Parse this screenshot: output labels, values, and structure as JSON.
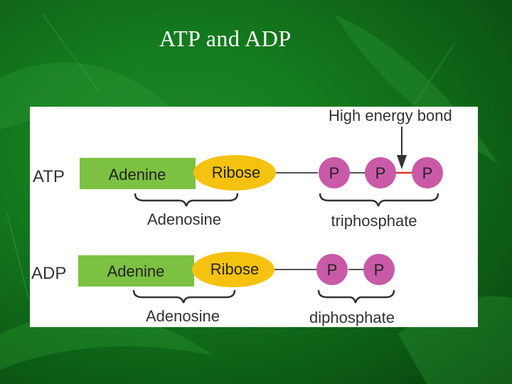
{
  "title": "ATP and ADP",
  "colors": {
    "adenine": "#7dc142",
    "ribose": "#f5c20f",
    "phosphate": "#c85aa8",
    "high_energy_bond": "#d9342a",
    "background": "#147a1e"
  },
  "diagram": {
    "annotation": "High energy bond",
    "atp": {
      "label": "ATP",
      "adenine": "Adenine",
      "ribose": "Ribose",
      "phosphates": [
        "P",
        "P",
        "P"
      ],
      "adenosine_label": "Adenosine",
      "phosphate_group_label": "triphosphate"
    },
    "adp": {
      "label": "ADP",
      "adenine": "Adenine",
      "ribose": "Ribose",
      "phosphates": [
        "P",
        "P"
      ],
      "adenosine_label": "Adenosine",
      "phosphate_group_label": "diphosphate"
    }
  }
}
